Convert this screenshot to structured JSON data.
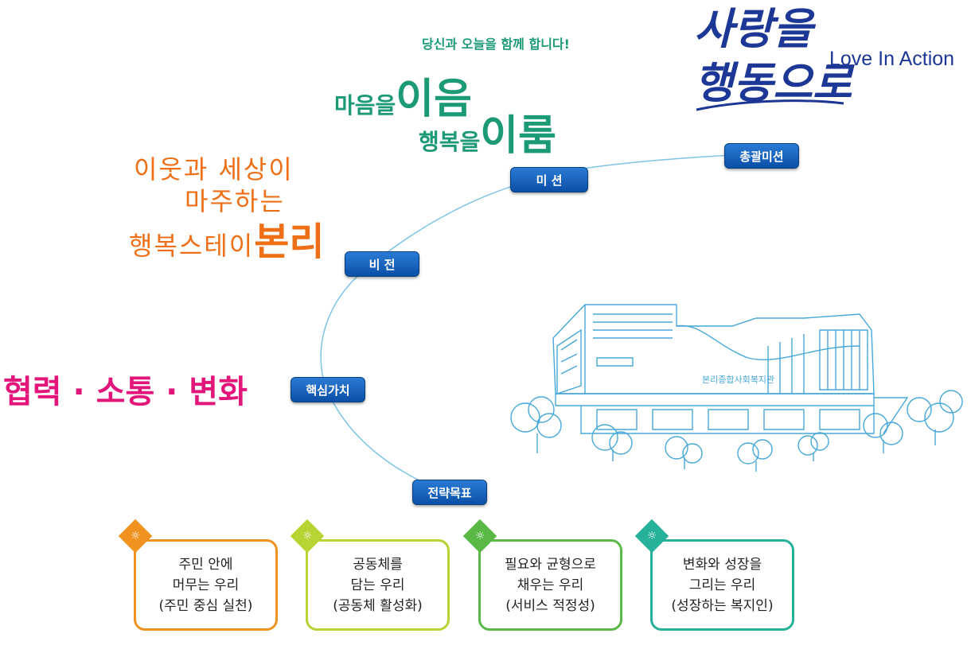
{
  "slogan_top": "당신과 오늘을 함께 합니다!",
  "mission_line1_a": "마음을",
  "mission_line1_b": "이음",
  "mission_line2_a": "행복을",
  "mission_line2_b": "이룸",
  "brand_line1": "사랑을",
  "brand_line2": "행동으로",
  "brand_en": "Love In Action",
  "vision_line1": "이웃과 세상이",
  "vision_line2": "마주하는",
  "vision_line3_a": "행복스테이",
  "vision_line3_b": "본리",
  "values_text": "협력 · 소통 · 변화",
  "tags": {
    "chonggwal": "총괄미션",
    "mission": "미 션",
    "vision": "비 전",
    "core_values": "핵심가치",
    "strategy": "전략목표"
  },
  "building_sign": "본리종합사회복지관",
  "goals": [
    {
      "line1": "주민 안에",
      "line2": "머무는 우리",
      "line3": "(주민 중심 실천)",
      "color": "#f0921f"
    },
    {
      "line1": "공동체를",
      "line2": "담는 우리",
      "line3": "(공동체 활성화)",
      "color": "#b7d334"
    },
    {
      "line1": "필요와 균형으로",
      "line2": "채우는 우리",
      "line3": "(서비스 적정성)",
      "color": "#5ab846"
    },
    {
      "line1": "변화와 성장을",
      "line2": "그리는 우리",
      "line3": "(성장하는 복지인)",
      "color": "#26b19b"
    }
  ],
  "colors": {
    "tag_blue": "#0b4fa6",
    "mission_green": "#1b9a75",
    "vision_orange": "#ee6f16",
    "values_pink": "#e2157a",
    "brand_navy": "#1d3796",
    "building_line": "#46a8d8"
  },
  "icons": [
    "lightbulb-icon"
  ]
}
